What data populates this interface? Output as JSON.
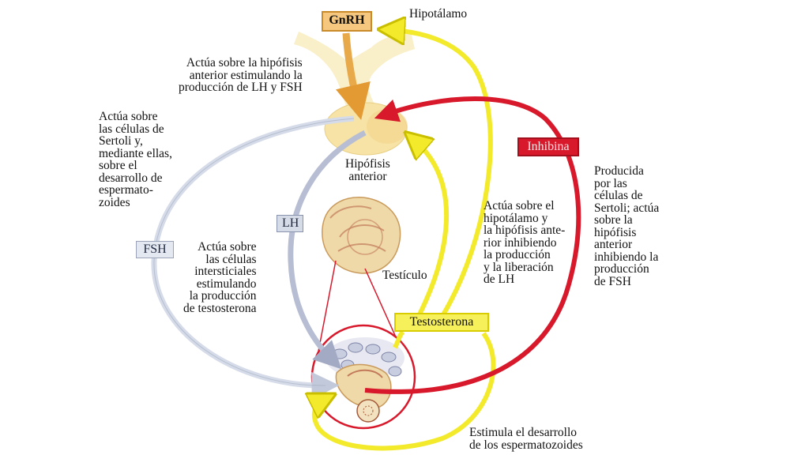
{
  "labels": {
    "gnrh": "GnRH",
    "hipotalamo": "Hipotálamo",
    "gnrh_action": "Actúa sobre la hipófisis\nanterior estimulando la\nproducción de LH y FSH",
    "fsh_action": "Actúa sobre\nlas células de\nSertoli y,\nmediante ellas,\nsobre el\ndesarrollo de\nespermato-\nzoides",
    "hipofisis": "Hipófisis\nanterior",
    "lh": "LH",
    "fsh": "FSH",
    "lh_action": "Actúa sobre\nlas células\nintersticiales\nestimulando\nla producción\nde testosterona",
    "testiculo": "Testículo",
    "testosterona": "Testosterona",
    "testosterona_action": "Actúa sobre el\nhipotálamo y\nla hipófisis ante-\nrior inhibiendo\nla producción\ny la liberación\nde LH",
    "inhibina": "Inhibina",
    "inhibina_action": "Producida\npor las\ncélulas de\nSertoli; actúa\nsobre la\nhipófisis\nanterior\ninhibiendo la\nproducción\nde FSH",
    "espermatozoides": "Estimula el desarrollo\nde los espermatozoides"
  },
  "colors": {
    "yellow_arrow": "#f2ea2a",
    "red_arrow": "#d8192c",
    "lh_arrow": "#b7bdd3",
    "fsh_arrow": "#d5dbe8",
    "gnrh_arrow": "#e7a94a",
    "gland": "#f7e3a6",
    "testis_tissue": "#efd9a8"
  }
}
